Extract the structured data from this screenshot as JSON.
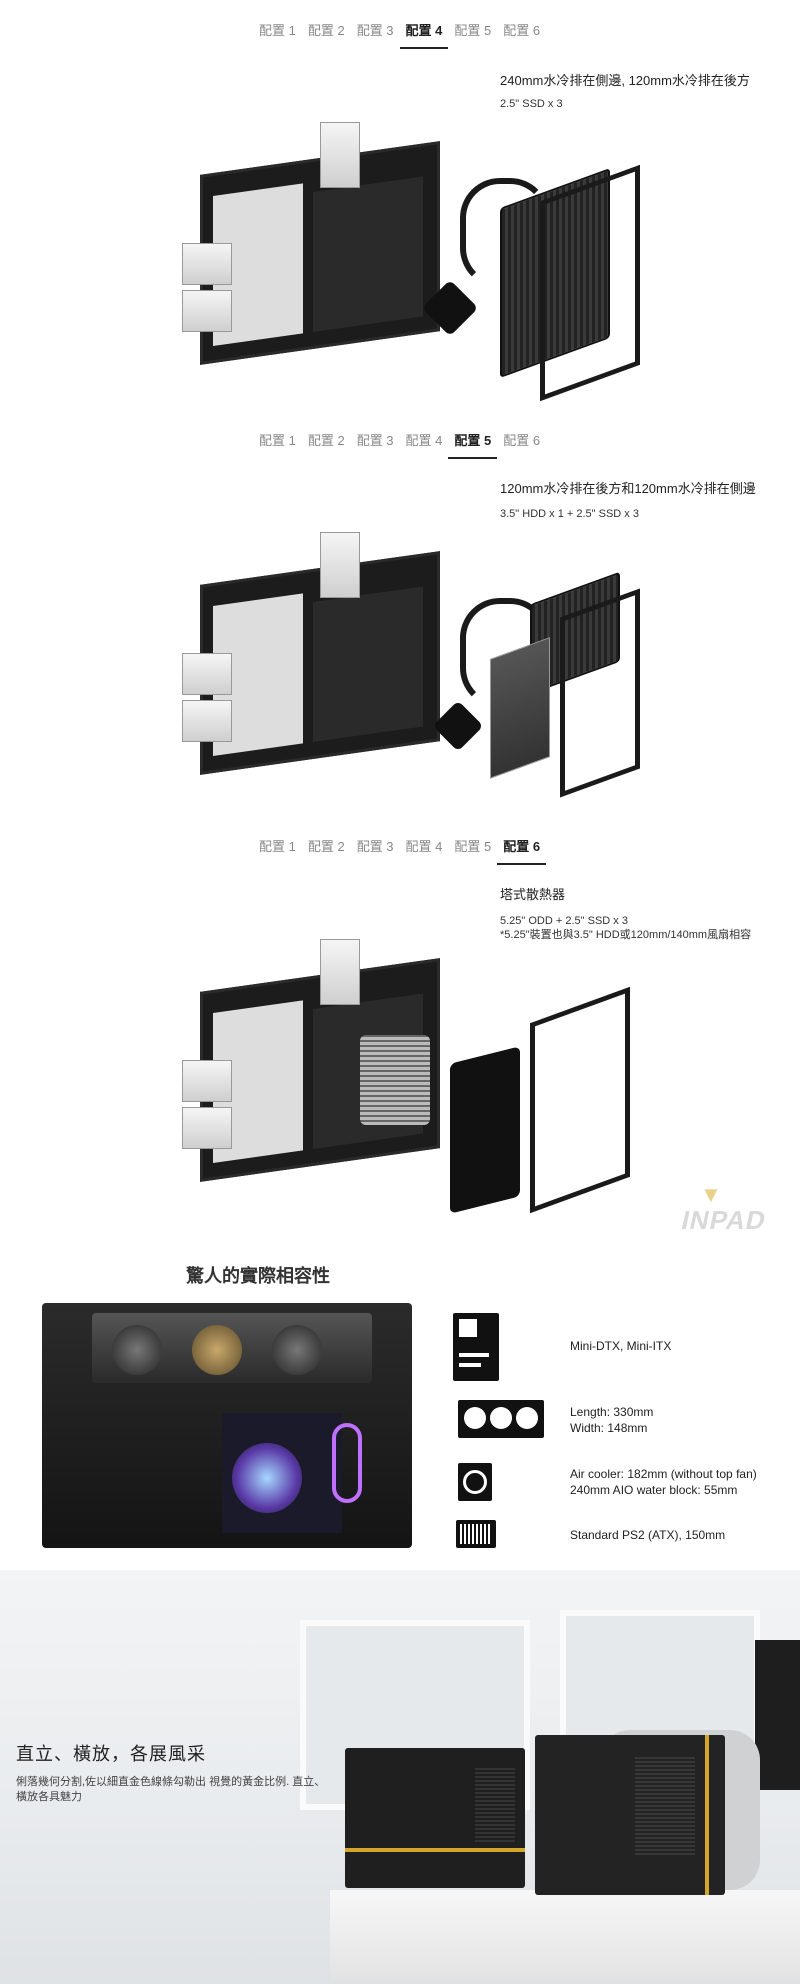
{
  "tabs": [
    "配置 1",
    "配置 2",
    "配置 3",
    "配置 4",
    "配置 5",
    "配置 6"
  ],
  "config4": {
    "active_index": 3,
    "title": "240mm水冷排在側邊, 120mm水冷排在後方",
    "sub": "2.5\" SSD x 3"
  },
  "config5": {
    "active_index": 4,
    "title": "120mm水冷排在後方和120mm水冷排在側邊",
    "sub": "3.5\" HDD x 1 + 2.5\" SSD x 3"
  },
  "config6": {
    "active_index": 5,
    "title": "塔式散熱器",
    "sub1": "5.25\" ODD + 2.5\" SSD x 3",
    "sub2": "*5.25\"裝置也與3.5\" HDD或120mm/140mm風扇相容"
  },
  "watermark": "INPAD",
  "compat": {
    "title": "驚人的實際相容性",
    "specs": [
      {
        "icon": "motherboard-icon",
        "lines": [
          "Mini-DTX, Mini-ITX"
        ]
      },
      {
        "icon": "graphics-card-icon",
        "lines": [
          "Length: 330mm",
          "Width: 148mm"
        ]
      },
      {
        "icon": "cpu-cooler-icon",
        "lines": [
          "Air cooler: 182mm (without top fan)",
          "240mm AIO water block: 55mm"
        ]
      },
      {
        "icon": "power-supply-icon",
        "lines": [
          "Standard PS2 (ATX), 150mm"
        ]
      }
    ]
  },
  "hero": {
    "title": "直立、橫放，各展風采",
    "desc": "俐落幾何分割,佐以細直金色線條勾勒出 視覺的黃金比例. 直立、橫放各具魅力"
  },
  "colors": {
    "accent_gold": "#d4a62a",
    "case_black": "#1c1c1c"
  }
}
